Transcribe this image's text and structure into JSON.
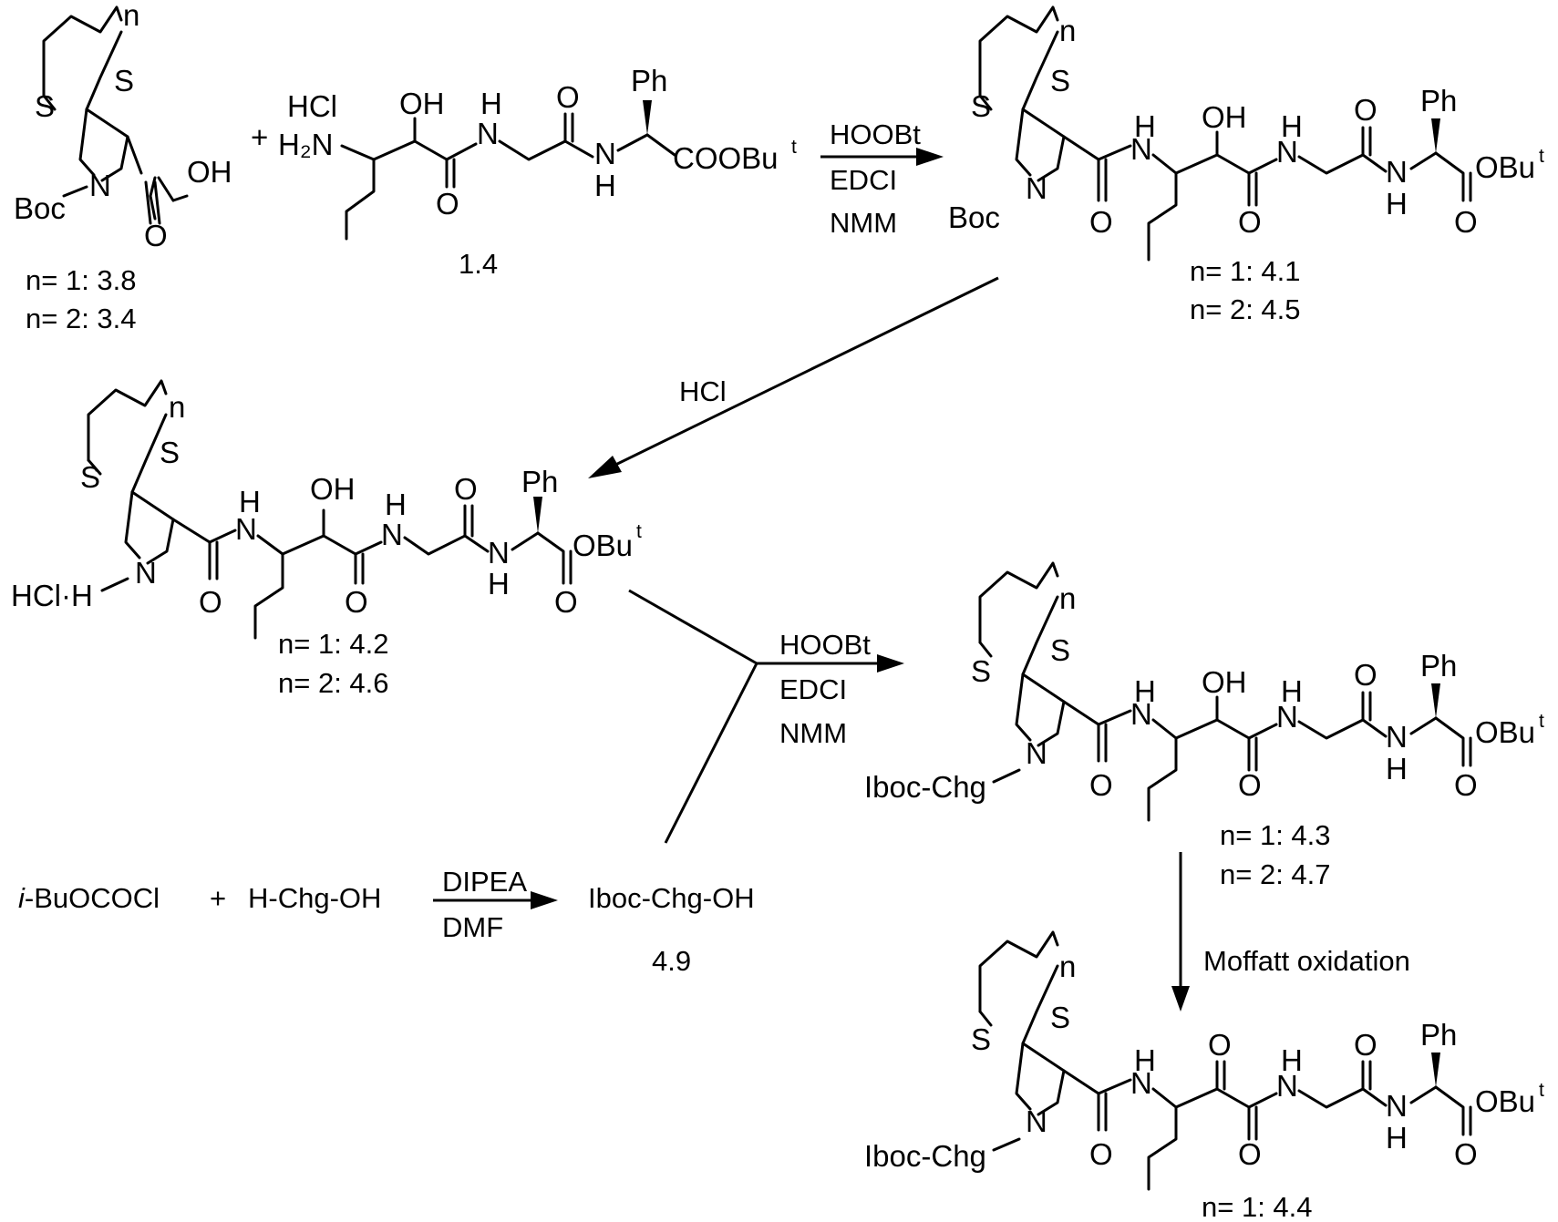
{
  "atoms": {
    "S": "S",
    "N": "N",
    "H": "H",
    "O": "O",
    "OH": "OH",
    "Ph": "Ph",
    "HCl": "HCl",
    "H2N": "H₂N",
    "Boc": "Boc",
    "n": "n",
    "COOBu": "COOBu",
    "OBu": "OBu",
    "t": "t",
    "HCl_H": "HCl·H",
    "Iboc_Chg": "Iboc-Chg",
    "plus": "+"
  },
  "compound_labels": {
    "c38": "n= 1: 3.8",
    "c34": "n= 2: 3.4",
    "c14": "1.4",
    "c41": "n= 1: 4.1",
    "c45": "n= 2: 4.5",
    "c42": "n= 1: 4.2",
    "c46": "n= 2: 4.6",
    "c43": "n= 1: 4.3",
    "c47": "n= 2: 4.7",
    "c44": "n= 1: 4.4",
    "c49": "4.9"
  },
  "reagents": {
    "step1": [
      "HOOBt",
      "EDCI",
      "NMM"
    ],
    "step2": [
      "HCl"
    ],
    "step3": [
      "HOOBt",
      "EDCI",
      "NMM"
    ],
    "step4_top": "DIPEA",
    "step4_bottom": "DMF",
    "step5": "Moffatt oxidation"
  },
  "bottom_reaction": {
    "reactant1_prefix": "i",
    "reactant1": "-BuOCOCl",
    "plus": "+",
    "reactant2": "H-Chg-OH",
    "product": "Iboc-Chg-OH"
  }
}
